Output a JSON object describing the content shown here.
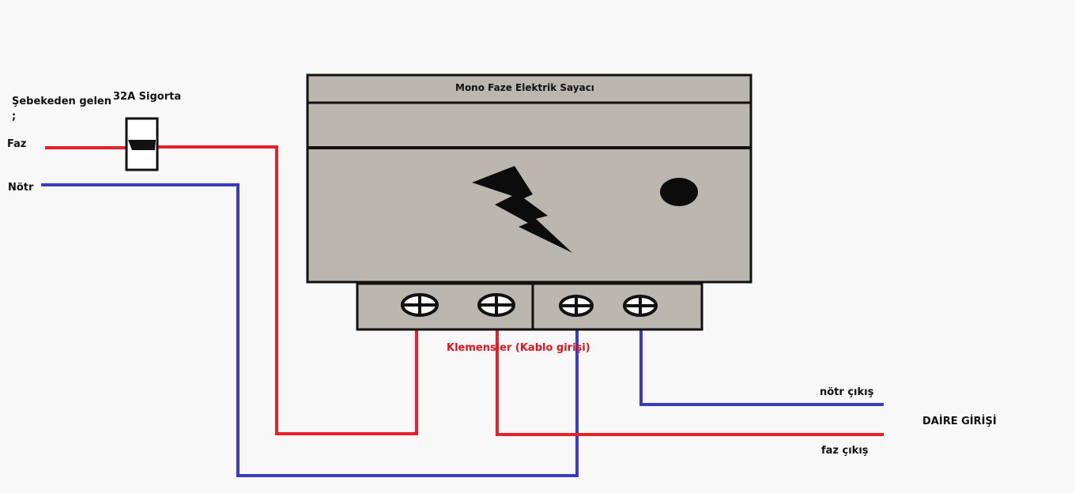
{
  "labels": {
    "source": "Şebekeden gelen",
    "source_colon": ";",
    "fuse": "32A Sigorta",
    "phase_in": "Faz",
    "neutral_in": "Nötr",
    "meter_title": "Mono Faze Elektrik Sayacı",
    "terminals": "Klemensler (Kablo girişi)",
    "neutral_out": "nötr çıkış",
    "phase_out": "faz çıkış",
    "apartment": "DAİRE GİRİŞİ"
  },
  "icons": {
    "lightning": "lightning-bolt-icon",
    "indicator": "indicator-dot-icon",
    "screw": "terminal-screw-icon"
  },
  "colors": {
    "phase_wire": "#e8202a",
    "neutral_wire": "#3b3bbf",
    "meter_body": "#bbb6b0",
    "outline": "#111111",
    "background": "#f8f8f8"
  }
}
